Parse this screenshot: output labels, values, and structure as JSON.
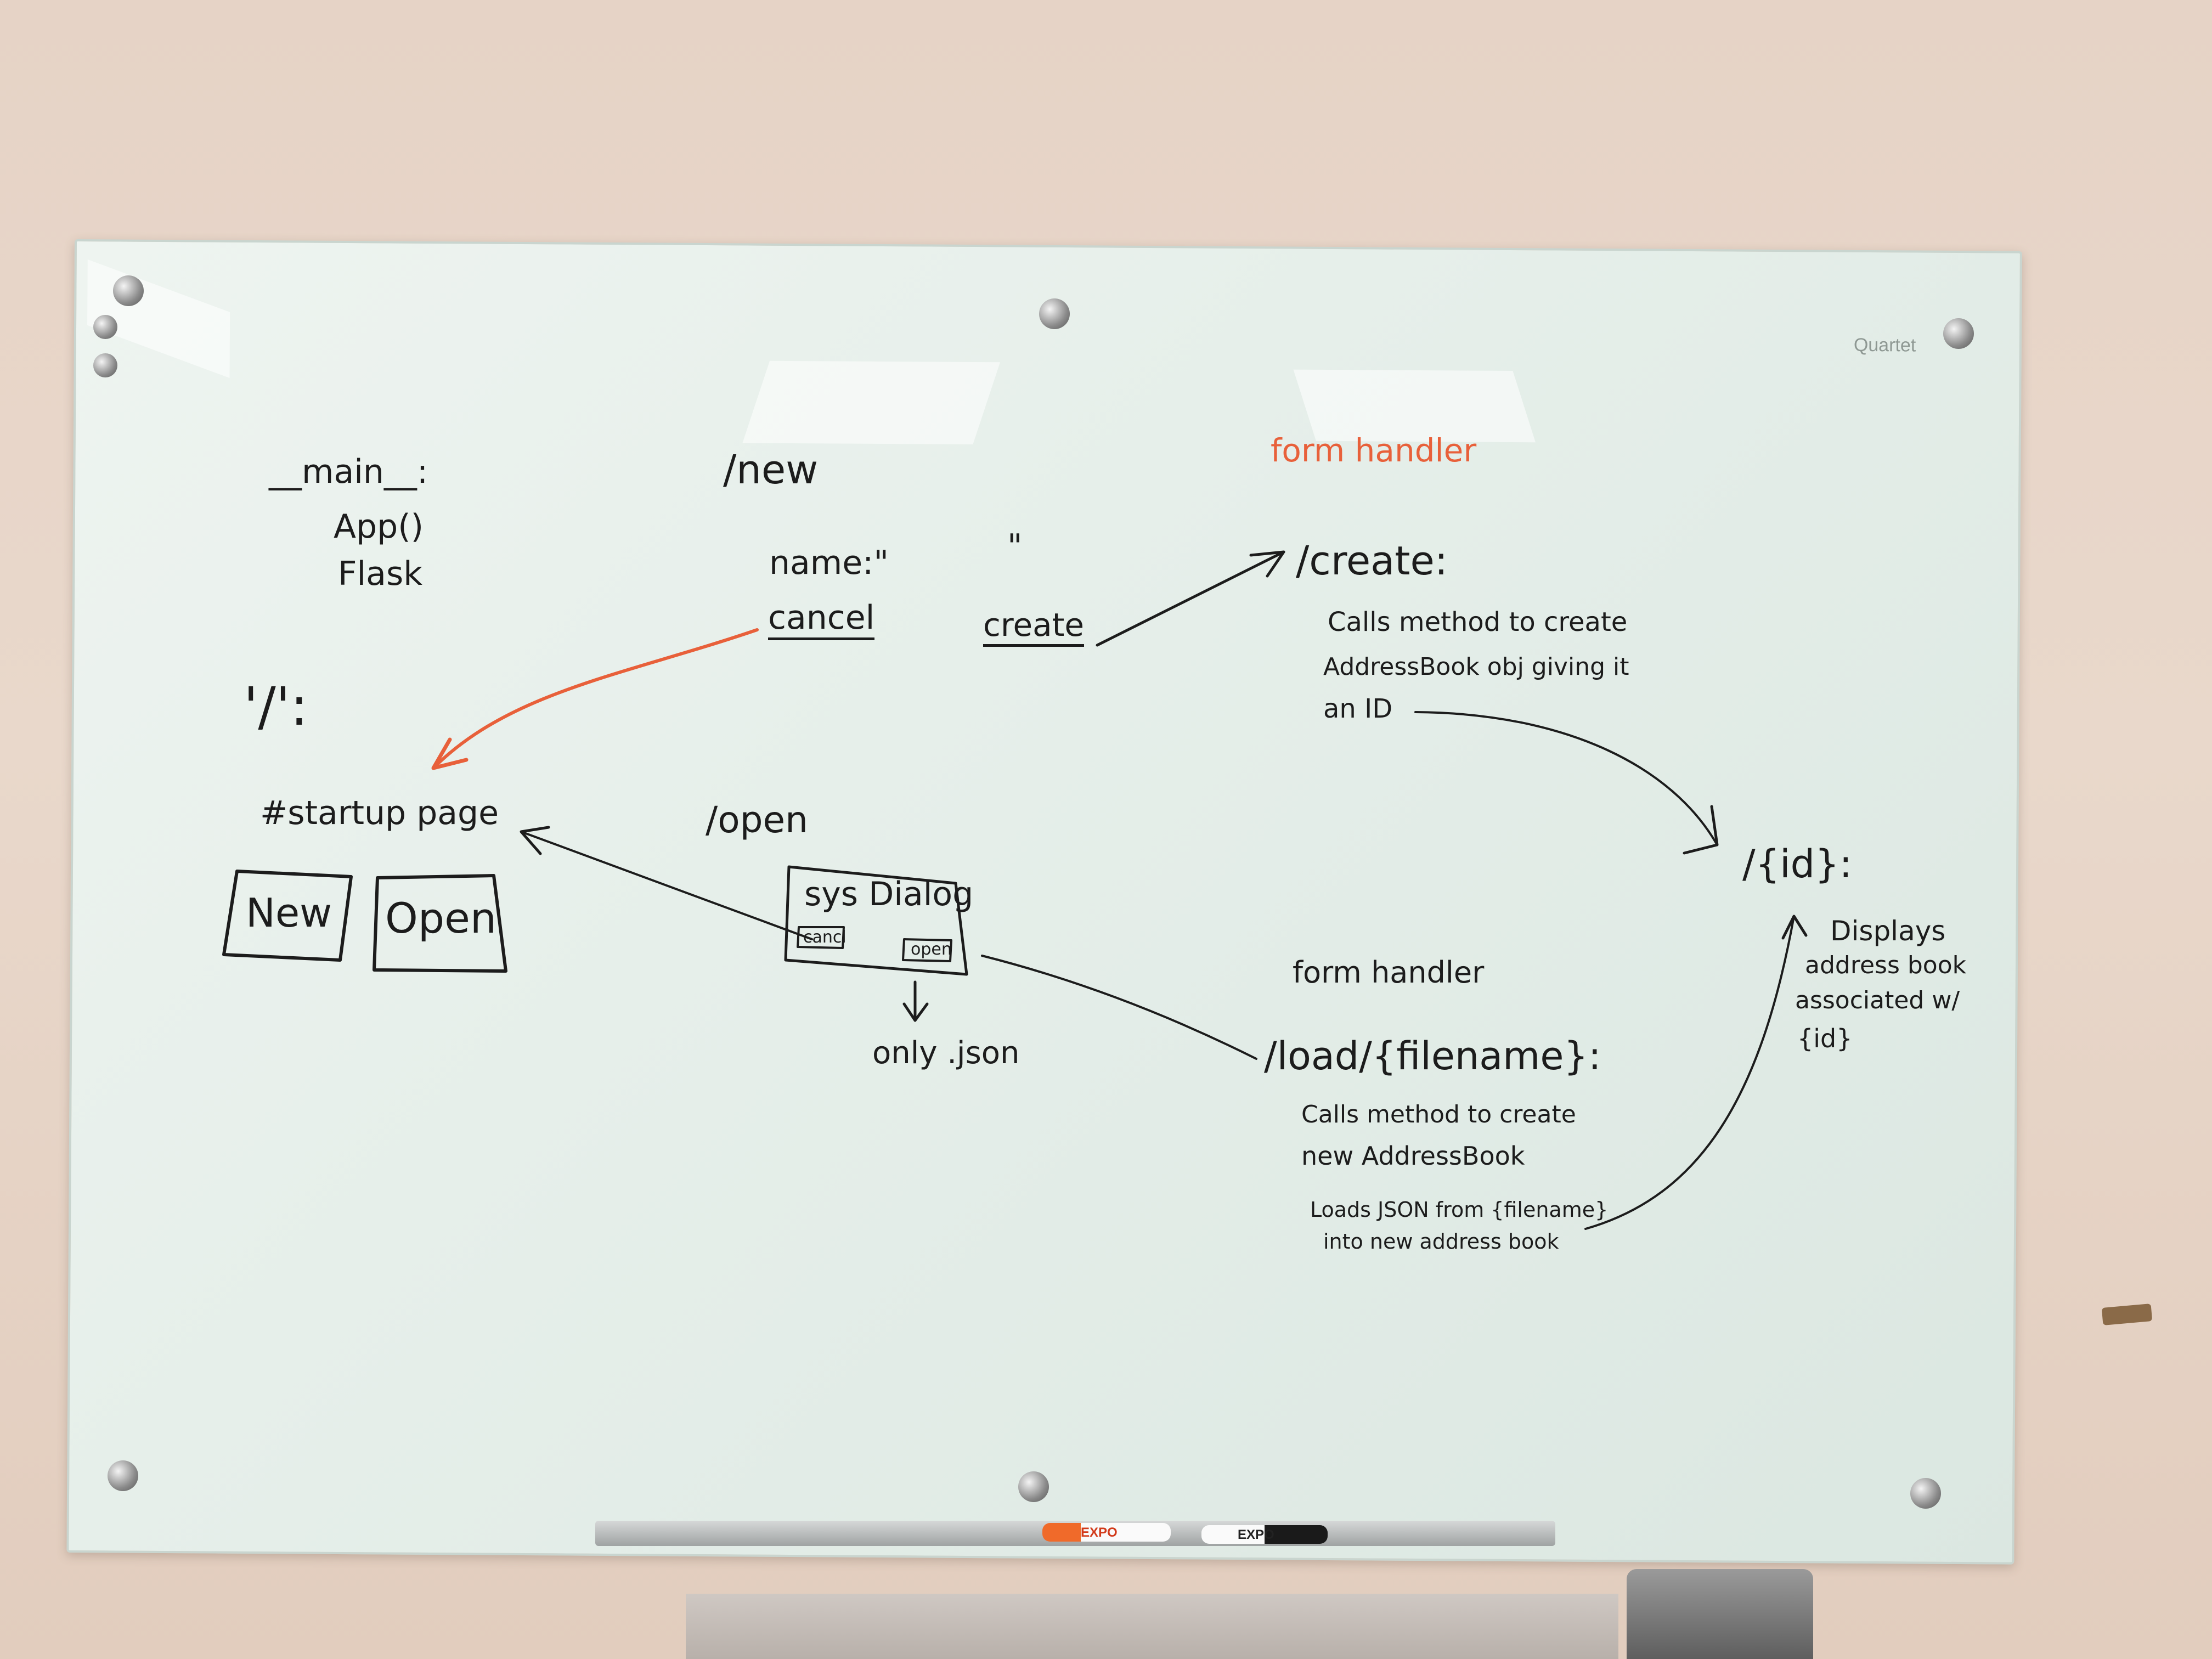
{
  "board": {
    "brand": "Quartet",
    "colors": {
      "ink_black": "#1c1c1c",
      "ink_red": "#e8603a"
    }
  },
  "notes": {
    "main_label": "__main__:",
    "main_app": "App()",
    "main_flask": "Flask",
    "root_route": "'/':",
    "startup_page": "#startup page",
    "btn_new": "New",
    "btn_open": "Open",
    "new_route": "/new",
    "name_field": "name:\"",
    "name_field_close": "\"",
    "cancel": "cancel",
    "create": "create",
    "form_handler_red": "form handler",
    "create_route": "/create:",
    "create_desc_1": "Calls method to create",
    "create_desc_2": "AddressBook obj giving it",
    "create_desc_3": "an ID",
    "open_route": "/open",
    "sys_dialog": "sys Dialog",
    "dlg_cancel": "cancl",
    "dlg_open": "open",
    "only_json": "only .json",
    "form_handler_black": "form handler",
    "load_route": "/load/{filename}:",
    "load_desc_1": "Calls method to create",
    "load_desc_2": "new AddressBook",
    "load_desc_3": "Loads JSON from {filename}",
    "load_desc_4": "into new address book",
    "id_route": "/{id}:",
    "id_desc_1": "Displays",
    "id_desc_2": "address book",
    "id_desc_3": "associated w/",
    "id_desc_4": "{id}"
  },
  "tray": {
    "marker_1": "EXPO",
    "marker_2": "EXPO"
  }
}
